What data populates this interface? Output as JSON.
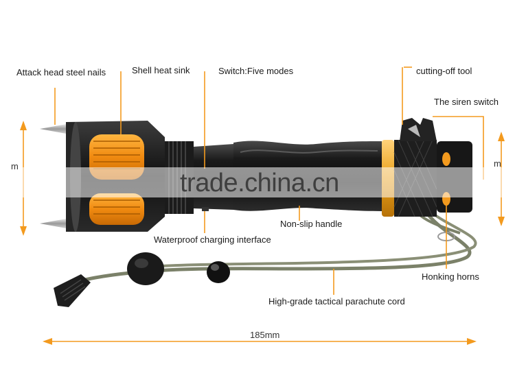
{
  "labels": {
    "attack_head": "Attack head steel nails",
    "shell_heat_sink": "Shell heat sink",
    "switch_modes": "Switch:Five modes",
    "cutting_off_tool": "cutting-off tool",
    "siren_switch": "The siren switch",
    "non_slip_handle": "Non-slip handle",
    "waterproof_charging": "Waterproof charging interface",
    "honking_horns": "Honking horns",
    "parachute_cord": "High-grade tactical parachute cord"
  },
  "dimensions": {
    "length": "185mm",
    "left_height_fragment": "m",
    "right_height_fragment": "m"
  },
  "watermark": "trade.china.cn",
  "colors": {
    "accent_orange": "#f39a1e",
    "body_black": "#1c1c1c",
    "cord_green": "#7b8169",
    "copper_ring": "#e8a01a"
  },
  "icons": [
    "flashlight",
    "lanyard-cord",
    "cord-lock",
    "wrist-loop"
  ]
}
